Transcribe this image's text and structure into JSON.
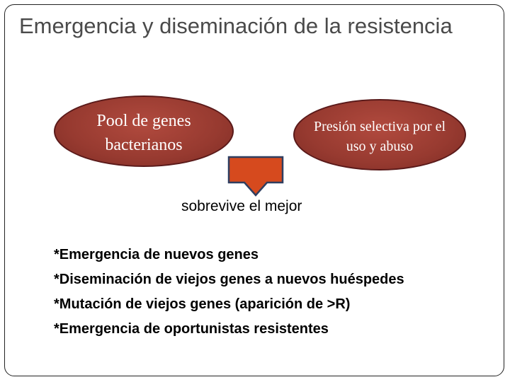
{
  "slide": {
    "title": "Emergencia y diseminación de la resistencia",
    "left_ellipse": "Pool de genes bacterianos",
    "right_ellipse": "Presión selectiva por el uso y abuso",
    "caption": "sobrevive el mejor",
    "bullets": [
      "*Emergencia de nuevos genes",
      "*Diseminación de viejos genes a nuevos huéspedes",
      "*Mutación de viejos genes (aparición de >R)",
      "*Emergencia de oportunistas resistentes"
    ]
  },
  "colors": {
    "ellipse_fill": "#973a30",
    "arrow_fill": "#d64a1e",
    "title_text": "#4a4a4a"
  },
  "icons": {
    "arrow": "down-arrow-icon"
  }
}
